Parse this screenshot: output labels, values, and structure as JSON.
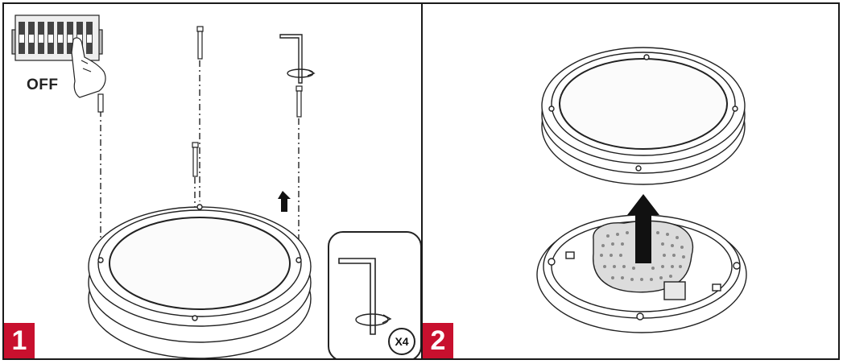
{
  "steps": [
    {
      "number": "1",
      "switch_label": "OFF",
      "quantity_label": "X4"
    },
    {
      "number": "2"
    }
  ],
  "colors": {
    "badge": "#c8102e",
    "line": "#1a1a1a"
  }
}
